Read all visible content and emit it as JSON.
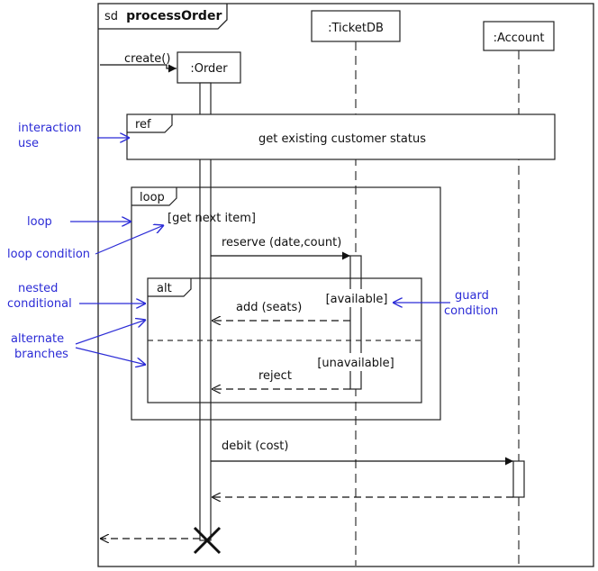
{
  "frame": {
    "prefix": "sd",
    "name": "processOrder"
  },
  "lifelines": {
    "order": ":Order",
    "ticketdb": ":TicketDB",
    "account": ":Account"
  },
  "messages": {
    "create": "create()",
    "reserve": "reserve (date,count)",
    "add": "add (seats)",
    "reject": "reject",
    "debit": "debit (cost)"
  },
  "fragments": {
    "ref": {
      "keyword": "ref",
      "text": "get existing customer status"
    },
    "loop": {
      "keyword": "loop",
      "guard": "[get next item]"
    },
    "alt": {
      "keyword": "alt",
      "guard1": "[available]",
      "guard2": "[unavailable]"
    }
  },
  "annotations": {
    "interaction_use_1": "interaction",
    "interaction_use_2": "use",
    "loop": "loop",
    "loop_condition": "loop condition",
    "nested_conditional_1": "nested",
    "nested_conditional_2": "conditional",
    "alternate_branches_1": "alternate",
    "alternate_branches_2": "branches",
    "guard_condition_1": "guard",
    "guard_condition_2": "condition"
  },
  "colors": {
    "annotation": "#2b2bd6",
    "line": "#222222"
  }
}
